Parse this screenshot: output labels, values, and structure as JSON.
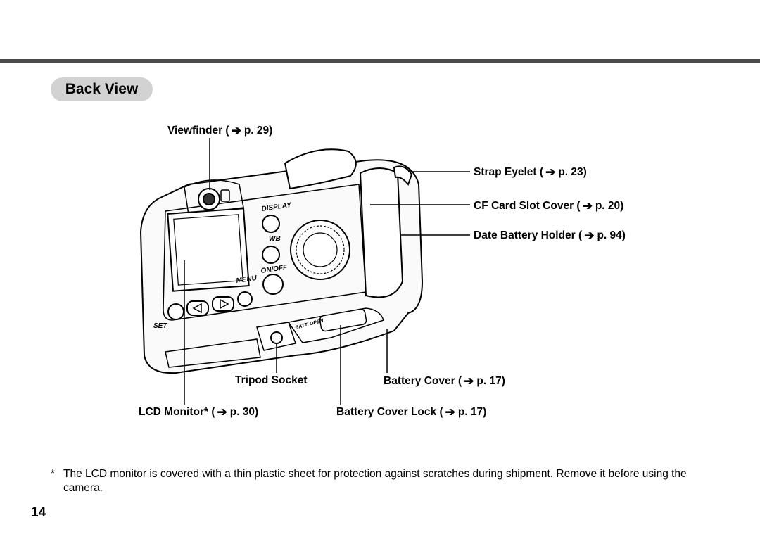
{
  "section": {
    "title": "Back View"
  },
  "labels": {
    "viewfinder": {
      "text": "Viewfinder (",
      "page": "p. 29)"
    },
    "strap_eyelet": {
      "text": "Strap Eyelet (",
      "page": "p. 23)"
    },
    "cf_card_slot": {
      "text": "CF Card Slot Cover (",
      "page": "p. 20)"
    },
    "date_battery": {
      "text": "Date Battery Holder (",
      "page": "p. 94)"
    },
    "tripod_socket": {
      "text": "Tripod Socket"
    },
    "battery_cover": {
      "text": "Battery Cover (",
      "page": "p. 17)"
    },
    "lcd_monitor": {
      "text": "LCD Monitor* (",
      "page": "p. 30)"
    },
    "battery_cover_lock": {
      "text": "Battery Cover Lock (",
      "page": "p. 17)"
    }
  },
  "camera_markings": {
    "display": "DISPLAY",
    "wb": "WB",
    "menu": "MENU",
    "on_off": "ON/OFF",
    "set": "SET",
    "batt_open": "BATT. OPEN"
  },
  "footnote": {
    "mark": "*",
    "text": "The LCD monitor is covered with a thin plastic sheet for protection against scratches during shipment. Remove it before using the camera."
  },
  "page_number": "14",
  "icons": {
    "arrow": "arrow-right-icon"
  }
}
